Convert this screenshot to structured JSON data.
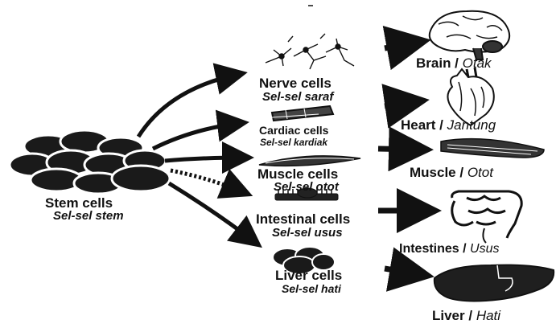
{
  "stem": {
    "en": "Stem cells",
    "ms": "Sel-sel stem"
  },
  "cells": [
    {
      "key": "nerve",
      "en": "Nerve cells",
      "ms": "Sel-sel saraf"
    },
    {
      "key": "cardiac",
      "en": "Cardiac cells",
      "ms": "Sel-sel kardiak"
    },
    {
      "key": "muscle",
      "en": "Muscle cells",
      "ms": "Sel-sel otot"
    },
    {
      "key": "intestinal",
      "en": "Intestinal cells",
      "ms": "Sel-sel usus"
    },
    {
      "key": "liver",
      "en": "Liver cells",
      "ms": "Sel-sel hati"
    }
  ],
  "organs": [
    {
      "key": "brain",
      "en": "Brain /",
      "ms": "Otak"
    },
    {
      "key": "heart",
      "en": "Heart /",
      "ms": "Jantung"
    },
    {
      "key": "muscle",
      "en": "Muscle /",
      "ms": "Otot"
    },
    {
      "key": "intestine",
      "en": "Intestines /",
      "ms": "Usus"
    },
    {
      "key": "liver",
      "en": "Liver /",
      "ms": "Hati"
    }
  ]
}
